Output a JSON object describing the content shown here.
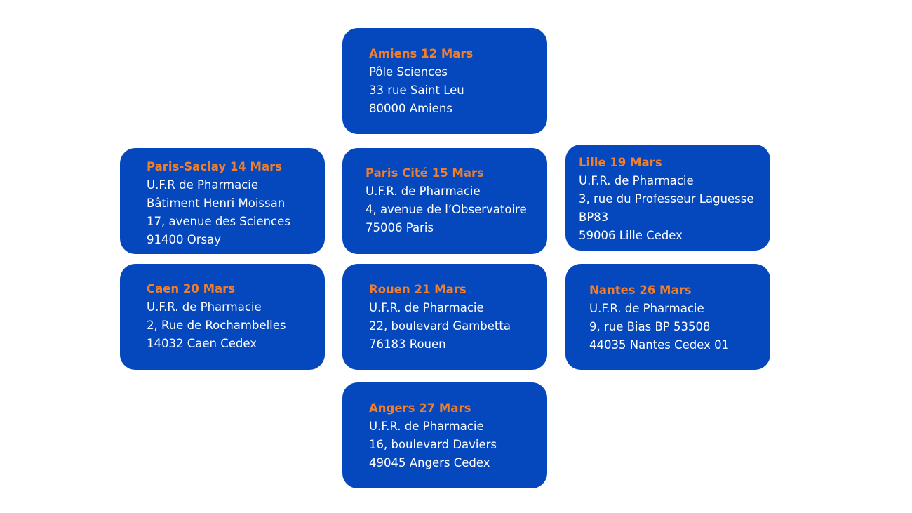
{
  "colors": {
    "card_background": "#0547bd",
    "title_text": "#f07f2c",
    "body_text": "#ffffff",
    "page_background": "#ffffff"
  },
  "cards": [
    {
      "title": "Amiens 12 Mars",
      "lines": [
        "Pôle Sciences",
        "33 rue Saint Leu",
        "80000 Amiens"
      ]
    },
    {
      "title": "Paris-Saclay 14 Mars",
      "lines": [
        "U.F.R de Pharmacie",
        "Bâtiment Henri Moissan",
        "17, avenue des Sciences",
        "91400 Orsay"
      ]
    },
    {
      "title": "Paris Cité 15 Mars",
      "lines": [
        "U.F.R. de Pharmacie",
        "4, avenue de l’Observatoire",
        "75006 Paris"
      ]
    },
    {
      "title": "Lille 19 Mars",
      "lines": [
        "U.F.R. de Pharmacie",
        "3, rue du Professeur Laguesse",
        "BP83",
        "59006 Lille Cedex"
      ]
    },
    {
      "title": "Caen 20 Mars",
      "lines": [
        "U.F.R. de Pharmacie",
        "2, Rue de Rochambelles",
        "14032 Caen Cedex"
      ]
    },
    {
      "title": "Rouen 21 Mars",
      "lines": [
        "U.F.R. de Pharmacie",
        "22, boulevard Gambetta",
        "76183 Rouen"
      ]
    },
    {
      "title": "Nantes 26 Mars",
      "lines": [
        "U.F.R. de Pharmacie",
        "9, rue Bias BP 53508",
        "44035 Nantes Cedex 01"
      ]
    },
    {
      "title": "Angers 27 Mars",
      "lines": [
        "U.F.R. de Pharmacie",
        "16, boulevard Daviers",
        "49045 Angers Cedex"
      ]
    }
  ]
}
